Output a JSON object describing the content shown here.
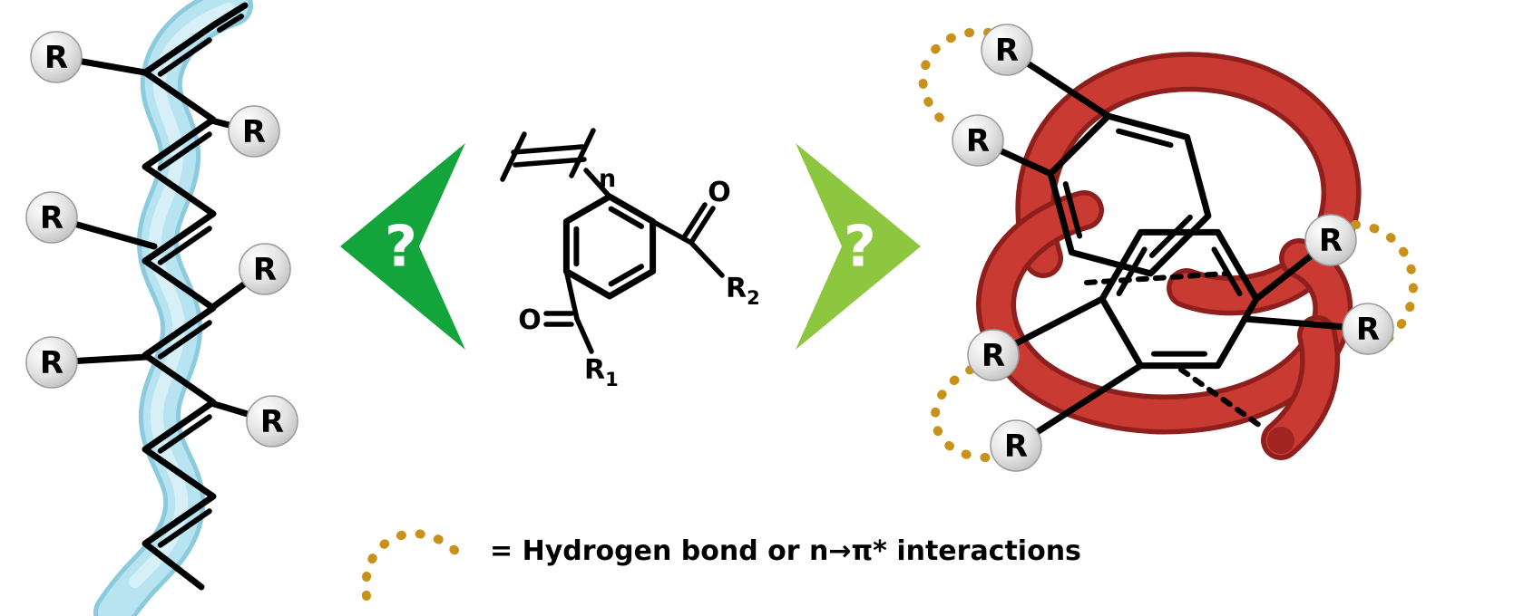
{
  "labels": {
    "substituent": "R",
    "subscript_1": "1",
    "subscript_2": "2",
    "oxygen": "O",
    "repeat_index": "n",
    "question_mark": "?"
  },
  "legend": {
    "text": "= Hydrogen bond or n→π* interactions"
  },
  "colors": {
    "ribbon_edge": "#8ccadd",
    "ribbon_mid": "#b8e3f0",
    "ribbon_highlight": "#daf1f8",
    "helix_shadow": "#8f1f1c",
    "helix_red": "#c93a32",
    "arrow_dark_green": "#14a43c",
    "arrow_light_green": "#8dc63f",
    "gold_dashed": "#c8921a",
    "sphere_gray": "#dcdcdc",
    "bond_black": "#000000",
    "question_white": "#ffffff"
  }
}
